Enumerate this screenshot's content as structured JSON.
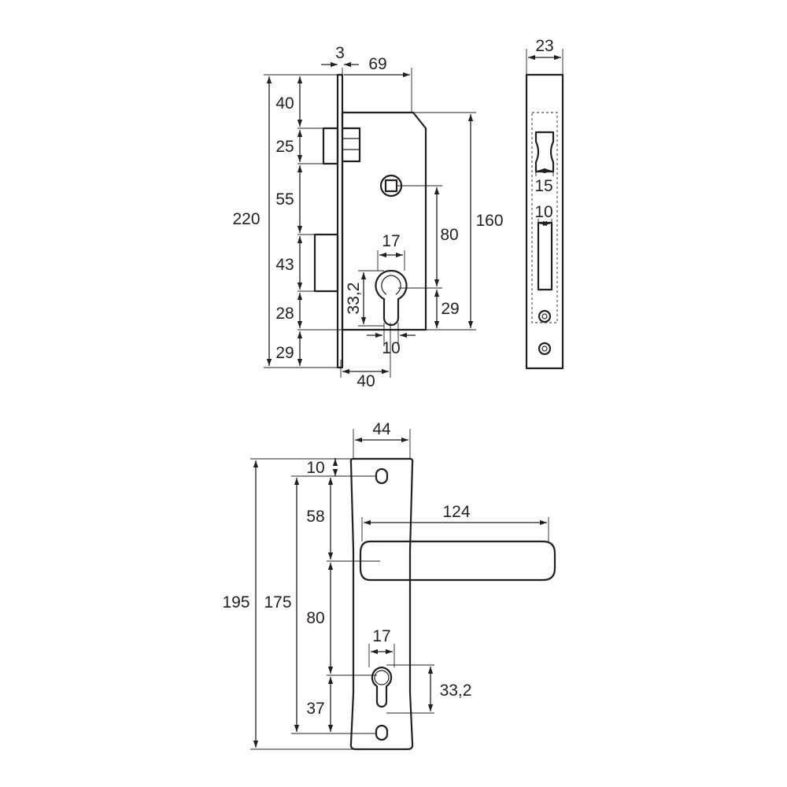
{
  "diagram": {
    "lock_body_dims": {
      "faceplate_thickness": "3",
      "body_depth": "69",
      "total_height": "220",
      "top_to_latch": "40",
      "latch_height": "25",
      "latch_to_bolt": "55",
      "bolt_height": "43",
      "bolt_to_bottom": "28",
      "bottom_segment": "29",
      "case_height": "160",
      "spindle_to_cylinder": "80",
      "cylinder_width": "17",
      "cylinder_height": "33,2",
      "cylinder_bottom": "29",
      "cylinder_slot_width": "10",
      "backset": "40"
    },
    "faceplate_dims": {
      "width": "23",
      "latch_gap": "15",
      "bolt_slot_width": "10"
    },
    "handle_dims": {
      "plate_width": "44",
      "lever_length": "124",
      "top_to_screw": "10",
      "total_height": "195",
      "screw_spacing": "175",
      "screw_to_lever": "58",
      "lever_to_cylinder": "80",
      "cylinder_to_screw": "37",
      "cylinder_width": "17",
      "cylinder_height": "33,2"
    }
  }
}
